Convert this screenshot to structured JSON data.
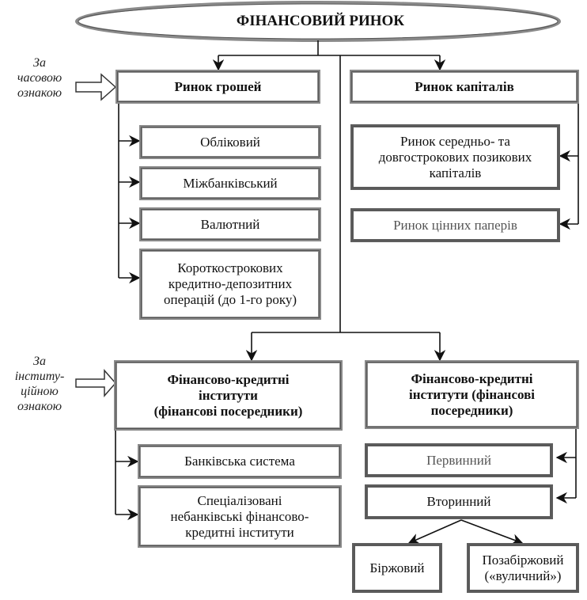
{
  "diagram": {
    "root": {
      "label": "ФІНАНСОВИЙ РИНОК"
    },
    "side_labels": {
      "by_time": "За\nчасовою\nознакою",
      "by_institution": "За\nінститу-\nційною\nознакою"
    },
    "money_market": {
      "label": "Ринок грошей",
      "children": [
        "Обліковий",
        "Міжбанківський",
        "Валютний",
        "Короткострокових\nкредитно-депозитних\nоперацій (до 1-го року)"
      ]
    },
    "capital_market": {
      "label": "Ринок капіталів",
      "children": [
        "Ринок середньо- та\nдовгострокових позикових\nкапіталів",
        "Ринок цінних паперів"
      ]
    },
    "institutions_left": {
      "label": "Фінансово-кредитні\nінститути\n(фінансові посередники)",
      "children": [
        "Банківська система",
        "Спеціалізовані\nнебанківські фінансово-\nкредитні інститути"
      ]
    },
    "institutions_right": {
      "label": "Фінансово-кредитні\nінститути (фінансові\nпосередники)",
      "children": [
        "Первинний",
        "Вторинний"
      ],
      "secondary_children": [
        "Біржовий",
        "Позабіржовий\n(«вуличний»)"
      ]
    }
  }
}
